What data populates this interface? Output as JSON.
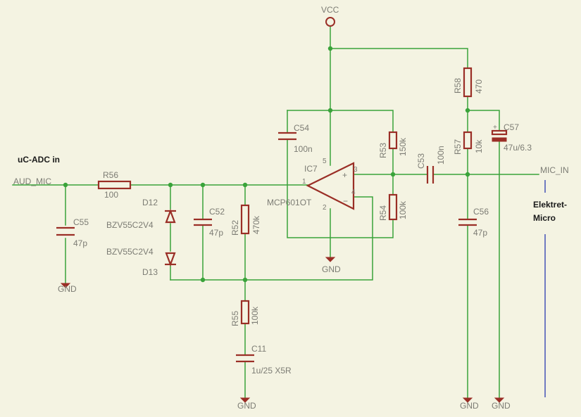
{
  "notes": {
    "adc_in": "uC-ADC in",
    "elektret_1": "Elektret-",
    "elektret_2": "Micro"
  },
  "nets": {
    "aud_mic": "AUD_MIC",
    "mic_in": "MIC_IN",
    "vcc": "VCC",
    "gnd": "GND"
  },
  "parts": {
    "R56": {
      "ref": "R56",
      "value": "100"
    },
    "C55": {
      "ref": "C55",
      "value": "47p"
    },
    "D12": {
      "ref": "D12",
      "value": "BZV55C2V4"
    },
    "D13": {
      "ref": "D13",
      "value": "BZV55C2V4"
    },
    "C52": {
      "ref": "C52",
      "value": "47p"
    },
    "R52": {
      "ref": "R52",
      "value": "470k"
    },
    "R55": {
      "ref": "R55",
      "value": "100k"
    },
    "C11": {
      "ref": "C11",
      "value": "1u/25 X5R"
    },
    "C54": {
      "ref": "C54",
      "value": "100n"
    },
    "IC7": {
      "ref": "IC7",
      "value": "MCP601OT"
    },
    "R53": {
      "ref": "R53",
      "value": "150k"
    },
    "R54": {
      "ref": "R54",
      "value": "100k"
    },
    "C53": {
      "ref": "C53",
      "value": "100n"
    },
    "R58": {
      "ref": "R58",
      "value": "470"
    },
    "R57": {
      "ref": "R57",
      "value": "10k"
    },
    "C57": {
      "ref": "C57",
      "value": "47u/6.3"
    },
    "C56": {
      "ref": "C56",
      "value": "47p"
    }
  },
  "ic_pins": {
    "p1": "1",
    "p2": "2",
    "p3": "3",
    "p4": "4",
    "p5": "5",
    "plus": "+",
    "minus": "−",
    "polarity": "+"
  }
}
